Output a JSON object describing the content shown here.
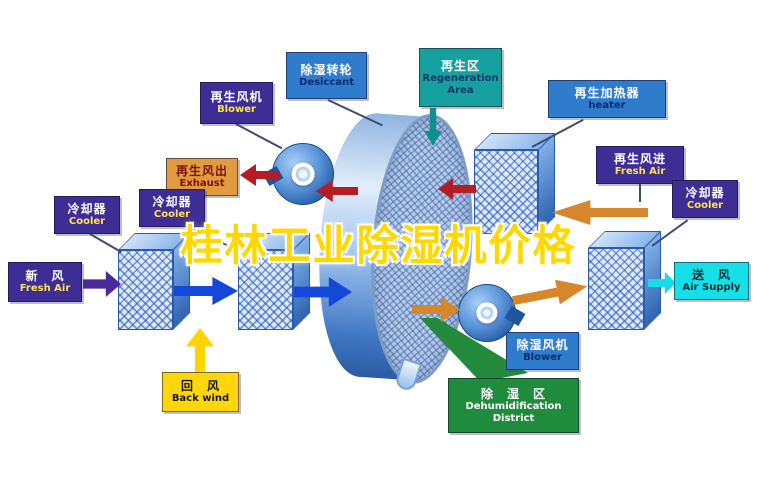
{
  "title_watermark": "桂林工业除湿机价格",
  "labels": {
    "regen_blower": {
      "zh": "再生风机",
      "en": "Blower"
    },
    "desiccant_wheel": {
      "zh": "除湿转轮",
      "en": "Desiccant"
    },
    "regen_area": {
      "zh": "再生区",
      "en": "Regeneration Area"
    },
    "regen_heater": {
      "zh": "再生加热器",
      "en": "heater"
    },
    "regen_air_in": {
      "zh": "再生风进",
      "en": "Fresh Air"
    },
    "regen_air_out": {
      "zh": "再生风出",
      "en": "Exhaust"
    },
    "cooler_left": {
      "zh": "冷却器",
      "en": "Cooler"
    },
    "cooler_mid": {
      "zh": "冷却器",
      "en": "Cooler"
    },
    "cooler_right": {
      "zh": "冷却器",
      "en": "Cooler"
    },
    "fresh_air": {
      "zh": "新　风",
      "en": "Fresh Air"
    },
    "back_wind": {
      "zh": "回　风",
      "en": "Back wind"
    },
    "air_supply": {
      "zh": "送　风",
      "en": "Air Supply"
    },
    "dehumid_blower": {
      "zh": "除湿风机",
      "en": "Blower"
    },
    "dehumid_district": {
      "zh": "除　湿　区",
      "en": "Dehumidification District"
    }
  },
  "colors": {
    "label_indigo": "#3f2d96",
    "label_blue": "#2f7ccc",
    "label_teal": "#16a0a0",
    "label_green": "#1e8c3c",
    "label_yellow": "#ffd60a",
    "label_cyan": "#17dfe8",
    "label_orange": "#e29a40",
    "arrow_red": "#b51d26",
    "arrow_blue": "#1348d8",
    "arrow_orange": "#d8862a",
    "arrow_purple": "#4a2a9a",
    "arrow_yellow": "#ffd400",
    "arrow_cyan": "#14dce8",
    "beam_green": "#238a3c",
    "title_yellow": "#ffd800"
  }
}
